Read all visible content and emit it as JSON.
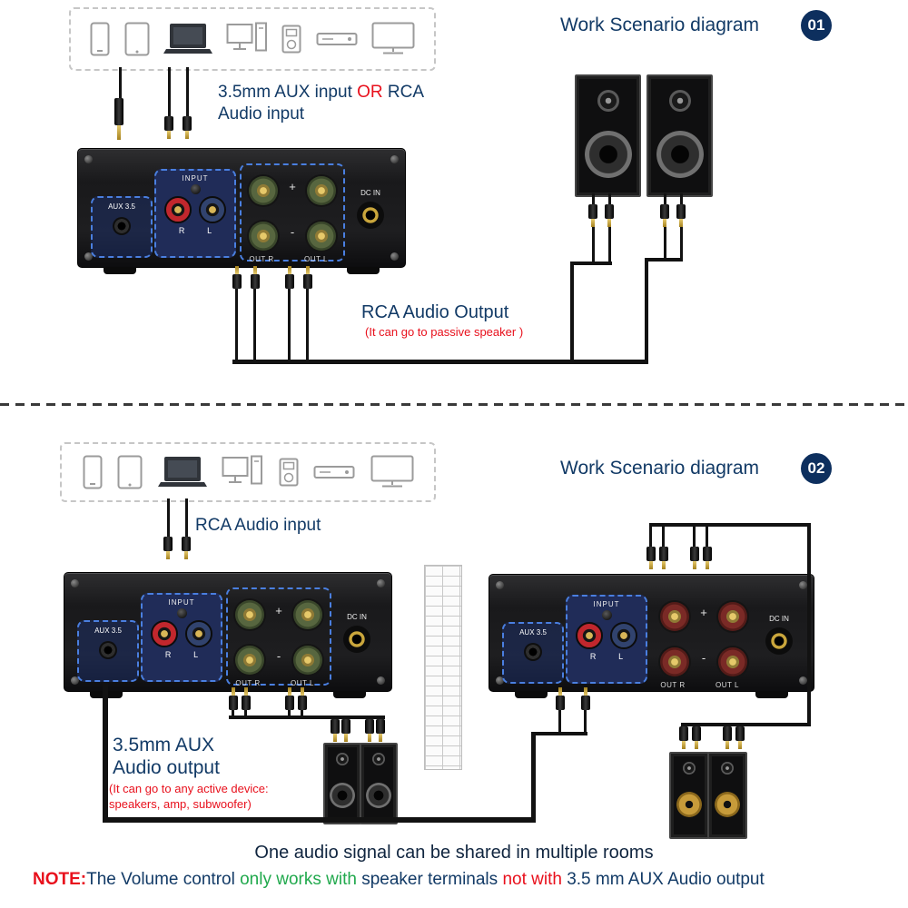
{
  "scenario1": {
    "title": "Work Scenario diagram",
    "badge": "01",
    "input_label": {
      "pre": "3.5mm AUX input ",
      "or": "OR",
      "post": " RCA",
      "line2": "Audio input"
    },
    "output_title": "RCA Audio Output",
    "output_note": "(It can go to passive speaker )"
  },
  "scenario2": {
    "title": "Work Scenario diagram",
    "badge": "02",
    "input_label": "RCA Audio input",
    "aux_out": {
      "line1": "3.5mm AUX",
      "line2": "Audio output",
      "note1": "(It can go to any active device:",
      "note2": "speakers, amp, subwoofer)"
    },
    "share_caption": "One audio signal can be shared in multiple rooms"
  },
  "amplifier": {
    "aux_label": "AUX 3.5",
    "input_label": "INPUT",
    "right_label": "R",
    "left_label": "L",
    "plus": "+",
    "minus": "-",
    "out_r": "OUT R",
    "out_l": "OUT L",
    "dc_label": "DC IN"
  },
  "note": {
    "label": "NOTE:",
    "seg1": "The Volume control ",
    "seg2": "only works with ",
    "seg3": "speaker terminals ",
    "seg4": "not with ",
    "seg5": "3.5 mm AUX Audio output"
  },
  "devices": [
    "smartphone",
    "tablet",
    "laptop",
    "desktop-pc",
    "media-player",
    "dvd-player",
    "tv"
  ],
  "colors": {
    "navy": "#123a66",
    "red": "#e8101c",
    "green": "#21a94d",
    "badge": "#0d2f5e"
  }
}
